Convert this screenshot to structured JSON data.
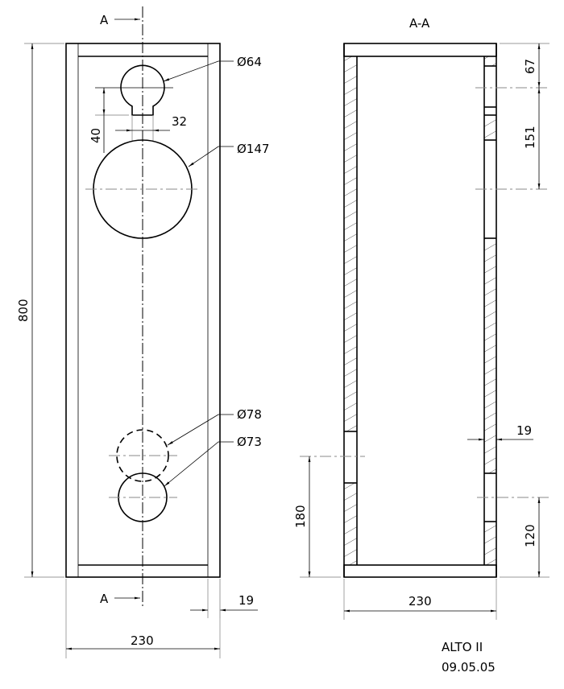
{
  "drawing": {
    "title_block": {
      "name": "ALTO II",
      "date": "09.05.05"
    },
    "section_marker": "A",
    "section_view_title": "A-A",
    "front_view": {
      "dimensions": {
        "height": "800",
        "width": "230",
        "wall": "19",
        "slot_width": "32",
        "slot_offset": "40",
        "hole_tweeter": "Ø64",
        "hole_woofer": "Ø147",
        "hole_port_a": "Ø78",
        "hole_port_b": "Ø73"
      }
    },
    "section_view": {
      "dimensions": {
        "top_to_tweeter": "67",
        "tweeter_to_woofer": "151",
        "wall": "19",
        "port_height_back": "180",
        "port_height_front": "120",
        "width": "230"
      }
    }
  }
}
